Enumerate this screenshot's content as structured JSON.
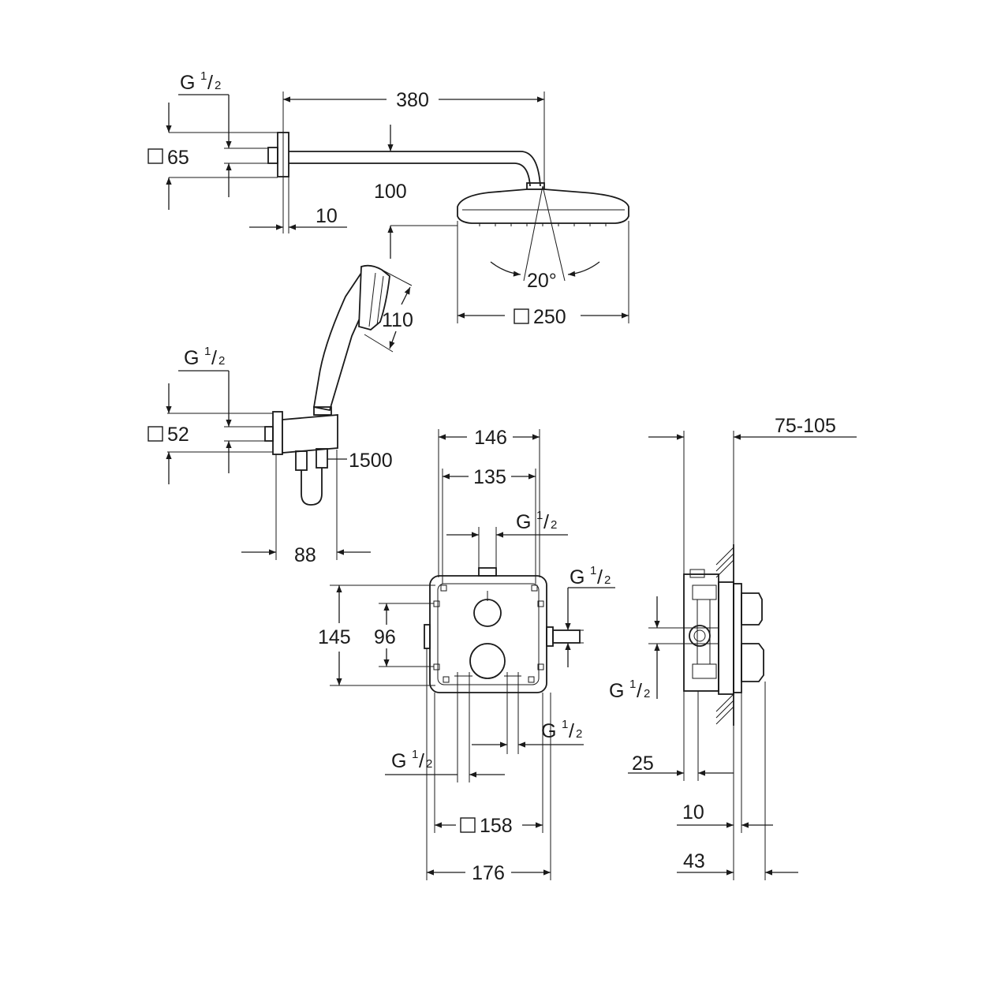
{
  "labels": {
    "shower_arm_length": "380",
    "flange_square_head": "65",
    "arm_height_drop": "100",
    "wall_flange_depth": "10",
    "spray_angle": "20°",
    "head_square": "250",
    "hand_shower_head": "110",
    "holder_flange_square": "52",
    "hose_length": "1500",
    "holder_projection": "88",
    "box_outer_width": "146",
    "box_inner_width": "135",
    "box_height": "145",
    "box_hole_spacing": "96",
    "box_frame_square": "158",
    "box_overall_width": "176",
    "install_depth_range": "75-105",
    "side_offset_25": "25",
    "side_depth_10": "10",
    "side_depth_43": "43"
  },
  "thread": {
    "main": "G",
    "sup": "1",
    "sub": "2"
  }
}
